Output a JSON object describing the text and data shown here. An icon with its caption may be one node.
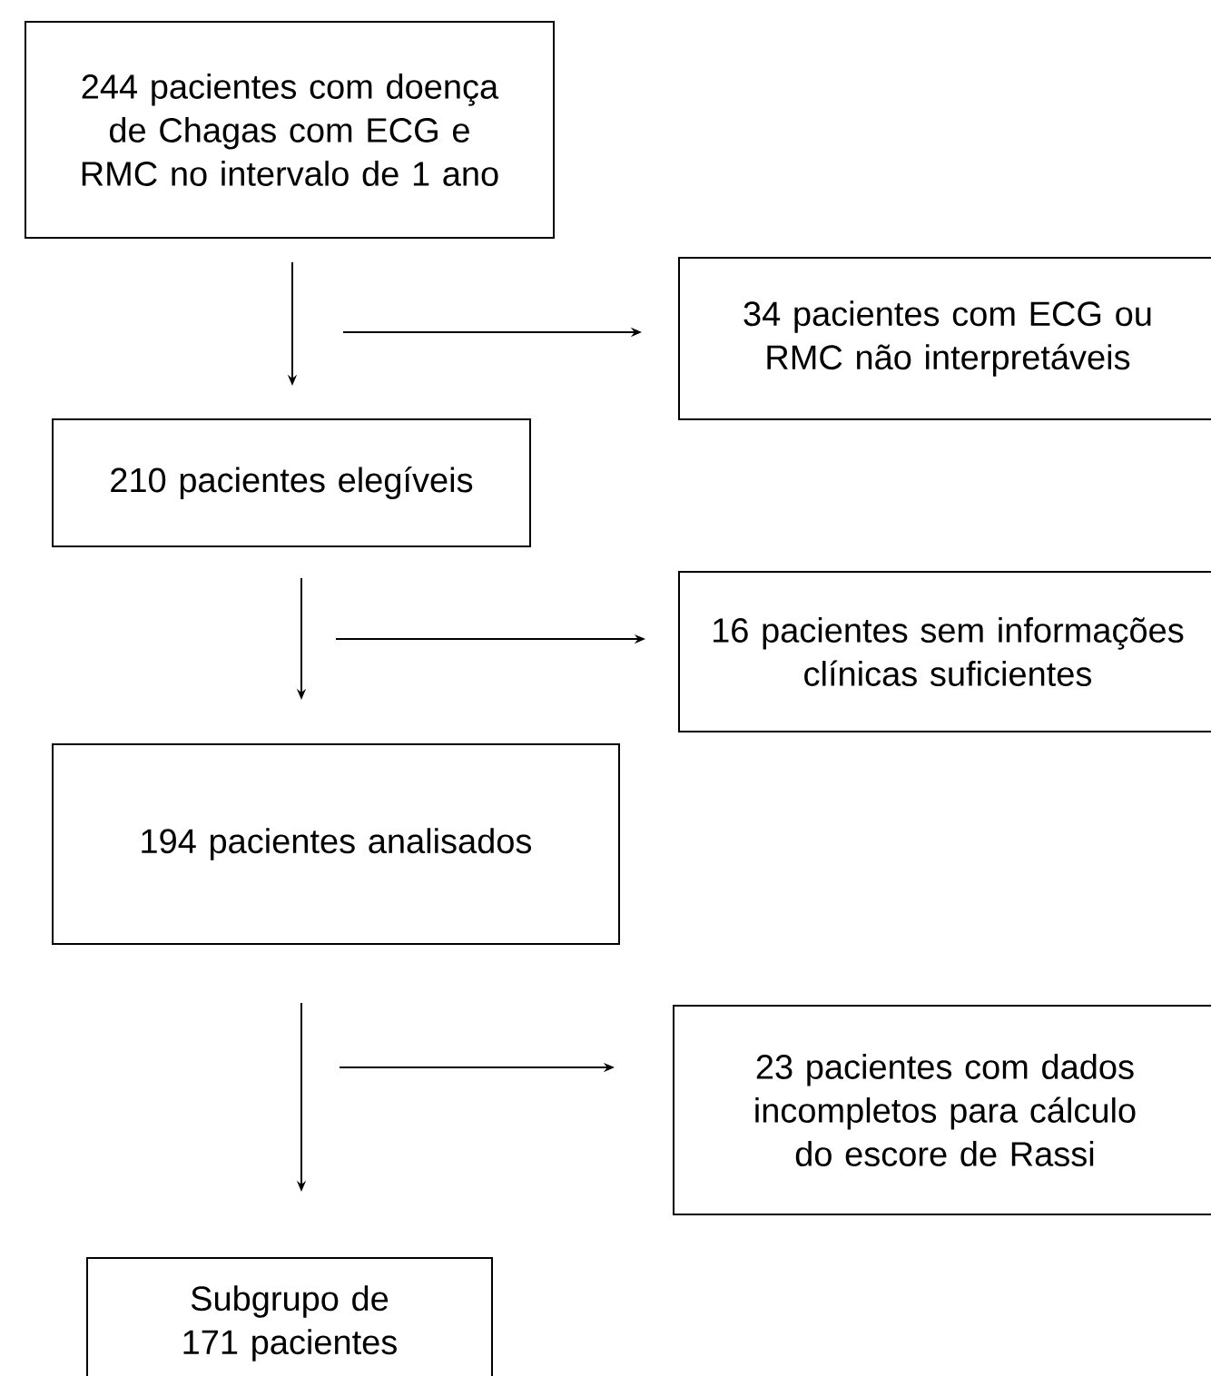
{
  "diagram": {
    "nodes": [
      {
        "text": [
          "244 pacientes com doença de Chagas com ECG e RMC no intervalo de 1 ano"
        ]
      },
      {
        "text": [
          "34 pacientes com ECG ou RMC não interpretáveis"
        ]
      },
      {
        "text": [
          "210 pacientes elegíveis"
        ]
      },
      {
        "text": [
          "16 pacientes sem informações clínicas suficientes"
        ]
      },
      {
        "text": [
          "194 pacientes analisados"
        ]
      },
      {
        "text": [
          "23 pacientes com dados incompletos para cálculo do escore de Rassi"
        ]
      },
      {
        "text": [
          "Subgrupo de 171 pacientes"
        ]
      }
    ],
    "edges": [
      {
        "from": 0,
        "to": 2,
        "arrow": "to"
      },
      {
        "from": null,
        "to": 1,
        "arrow": "to"
      },
      {
        "from": 2,
        "to": 4,
        "arrow": "to"
      },
      {
        "from": null,
        "to": 3,
        "arrow": "to"
      },
      {
        "from": 4,
        "to": 6,
        "arrow": "to"
      },
      {
        "from": null,
        "to": 5,
        "arrow": "to"
      }
    ]
  }
}
